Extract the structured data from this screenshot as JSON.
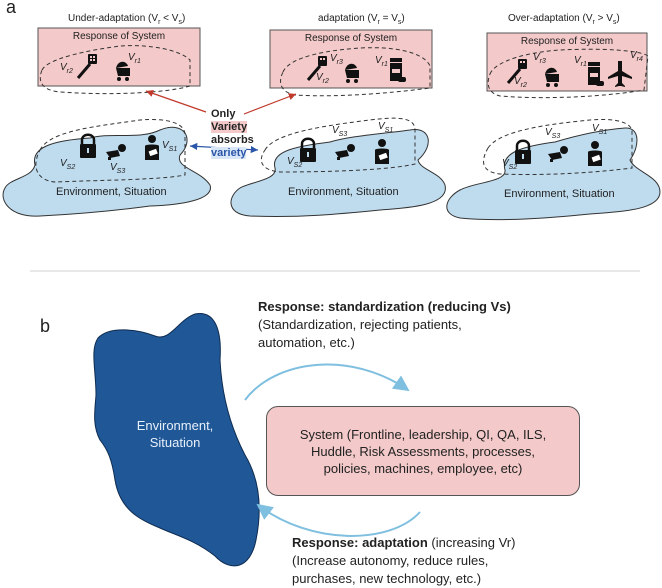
{
  "panel_a": {
    "label": "a",
    "scenarios": [
      {
        "title": "Under-adaptation (Vᵣ < Vₛ)",
        "response_title": "Response of System",
        "response_vars": [
          "V",
          "r2",
          "V",
          "r1"
        ],
        "env_title": "Environment, Situation"
      },
      {
        "title": "adaptation (Vᵣ = Vₛ)",
        "response_title": "Response of System",
        "env_title": "Environment, Situation"
      },
      {
        "title": "Over-adaptation (Vᵣ > Vₛ)",
        "response_title": "Response of System",
        "env_title": "Environment, Situation"
      }
    ],
    "center_text": {
      "line1": "Only",
      "line2": "Variety",
      "line3": "absorbs",
      "line4": "variety"
    },
    "vars": {
      "V": "V",
      "r1": "r1",
      "r2": "r2",
      "r3": "r3",
      "r4": "r4",
      "s1": "S1",
      "s2": "S2",
      "s3": "S3"
    },
    "icons": {
      "response": [
        "key-icon",
        "stroller-icon",
        "medicine-bottle-icon",
        "airplane-icon"
      ],
      "environment": [
        "lock-icon",
        "crawling-baby-icon",
        "injured-person-icon"
      ]
    },
    "colors": {
      "response_fill": "#f3c9c9",
      "environment_fill": "#bfdcef",
      "red_arrow": "#c0392b",
      "blue_arrow": "#2a55a8"
    }
  },
  "panel_b": {
    "label": "b",
    "environment_line1": "Environment,",
    "environment_line2": "Situation",
    "standardization": {
      "bold": "Response: standardization (reducing Vs)",
      "line2": "(Standardization, rejecting patients,",
      "line3": "automation, etc.)"
    },
    "system_box": {
      "line1": "System (Frontline, leadership, QI, QA, ILS,",
      "line2": "Huddle, Risk Assessments, processes,",
      "line3": "policies, machines, employee, etc)"
    },
    "adaptation": {
      "bold": "Response: adaptation",
      "normal": " (increasing Vr)",
      "line2": "(Increase autonomy, reduce rules,",
      "line3": "purchases, new technology, etc.)"
    },
    "colors": {
      "environment_fill": "#1f5797",
      "system_fill": "#f3c9c9",
      "arrow": "#7fbfe0"
    }
  }
}
